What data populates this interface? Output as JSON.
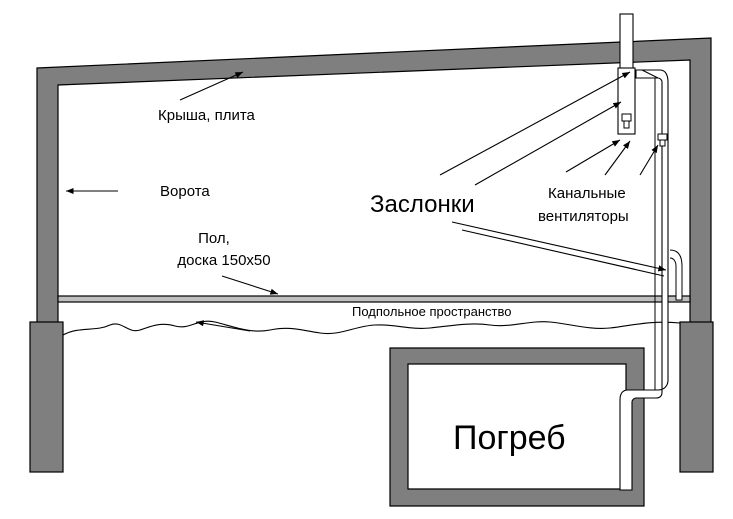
{
  "labels": {
    "roof": "Крыша, плита",
    "gate": "Ворота",
    "floor_line1": "Пол,",
    "floor_line2": "доска 150x50",
    "underfloor": "Подпольное пространство",
    "dampers": "Заслонки",
    "fans_line1": "Канальные",
    "fans_line2": "вентиляторы",
    "cellar": "Погреб"
  },
  "colors": {
    "wall": "#7f7f7f",
    "line": "#000000",
    "fill_white": "#ffffff"
  }
}
